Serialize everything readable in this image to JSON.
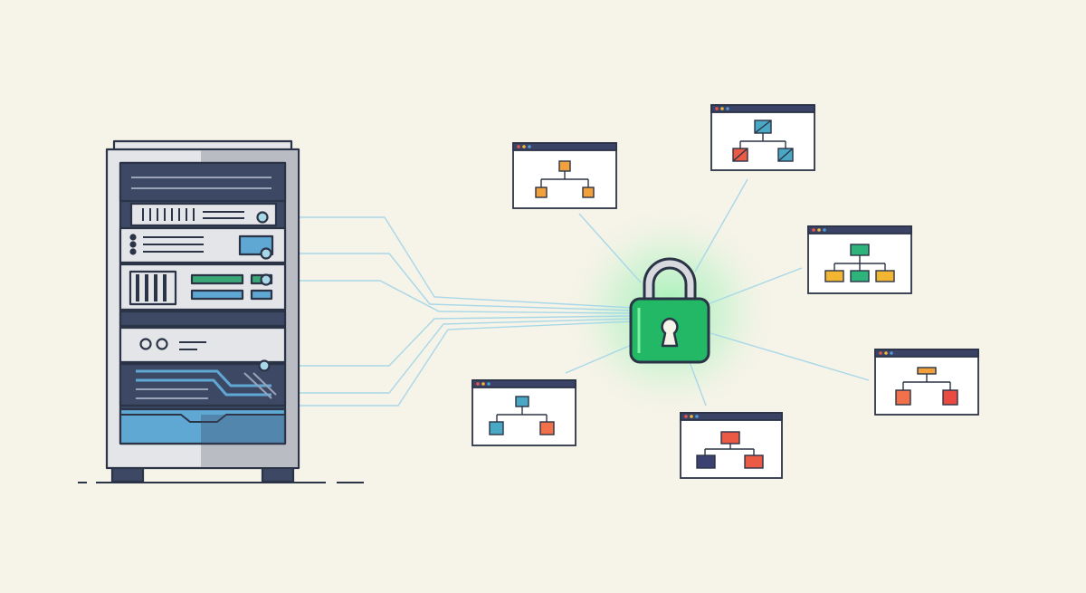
{
  "colors": {
    "background": "#f6f3e8",
    "outline": "#2b3346",
    "rack_body": "#e4e5e8",
    "rack_shade": "#b9bcc3",
    "rack_dark": "#3c4864",
    "rack_blue": "#5fa8d3",
    "accent_green": "#3aa776",
    "lock_green": "#22b866",
    "lock_glow": "#7ff0a0",
    "shackle": "#d7d9de",
    "link_line": "#a8d8e8",
    "window_bar": "#3a4266",
    "dot_red": "#e8564a",
    "dot_yellow": "#f2b632",
    "dot_blue": "#4f9ad8",
    "node_orange": "#f2a03c",
    "node_teal": "#4aa8c4",
    "node_green": "#2eb37a",
    "node_red": "#ea5a45",
    "node_navy": "#3b4272"
  },
  "icons": {
    "server": "server-rack-icon",
    "lock": "padlock-icon",
    "window": "browser-window-icon",
    "hierarchy": "org-chart-icon"
  },
  "windows": [
    {
      "name": "window-1",
      "node_color": "orange"
    },
    {
      "name": "window-2",
      "node_color": "teal"
    },
    {
      "name": "window-3",
      "node_color": "green-yellow"
    },
    {
      "name": "window-4",
      "node_color": "orange-red"
    },
    {
      "name": "window-5",
      "node_color": "red-navy"
    },
    {
      "name": "window-6",
      "node_color": "teal-orange"
    }
  ]
}
